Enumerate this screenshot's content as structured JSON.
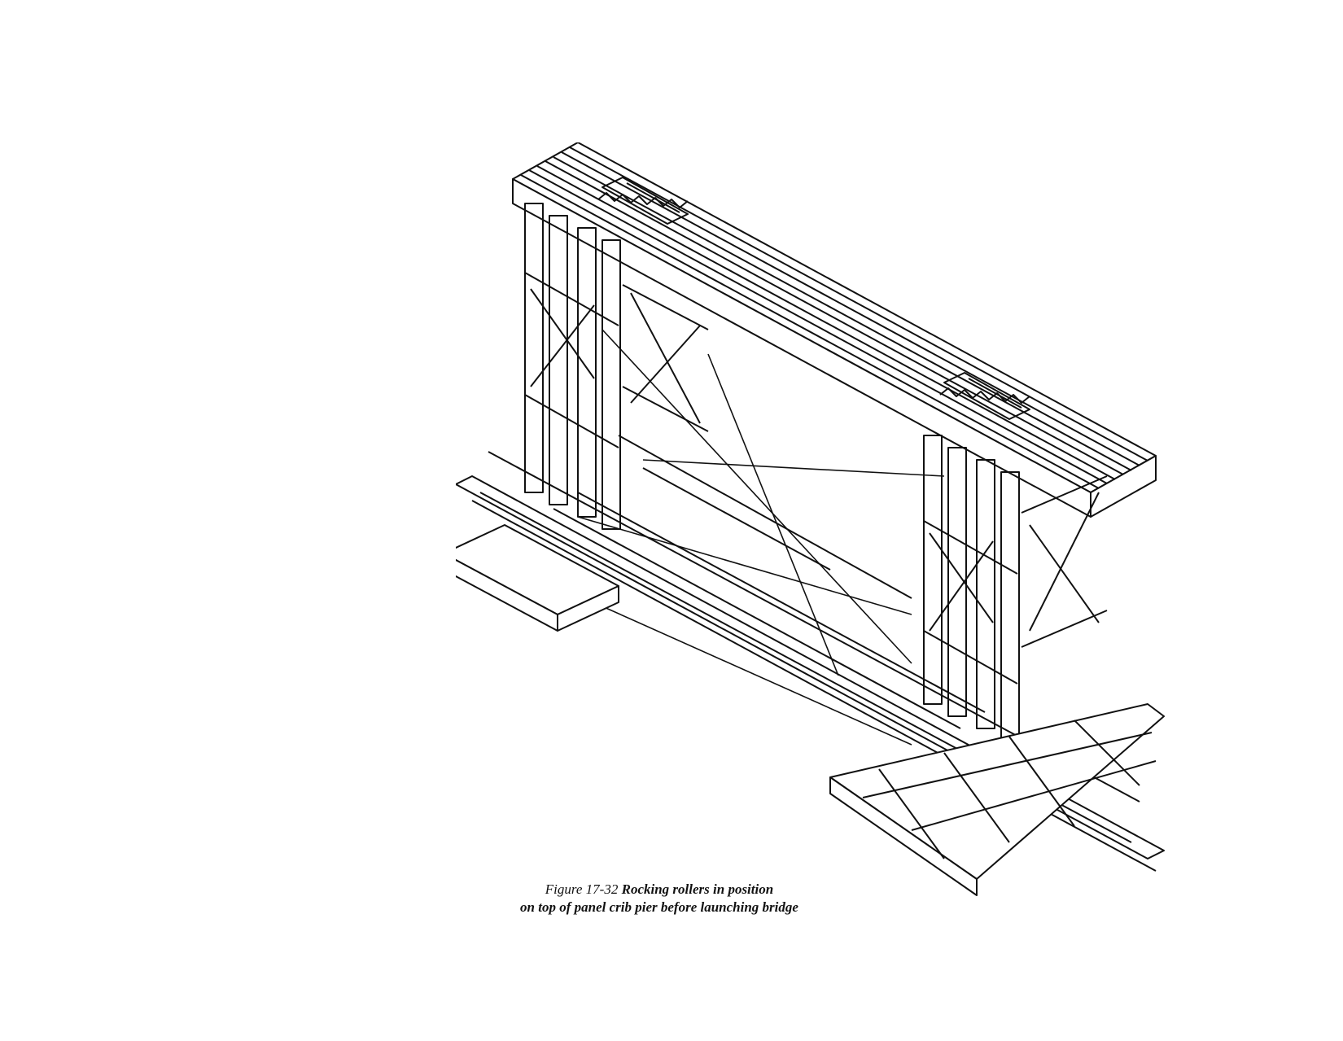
{
  "figure": {
    "number": "Figure 17-32",
    "title_line1": "Rocking rollers in position",
    "title_line2": "on top of panel crib pier before launching bridge"
  }
}
